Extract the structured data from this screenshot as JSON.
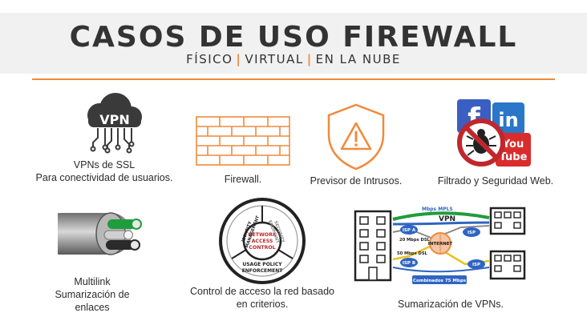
{
  "header": {
    "title": "CASOS DE USO FIREWALL",
    "subtitle_parts": [
      "FÍSICO",
      "VIRTUAL",
      "EN LA NUBE"
    ],
    "separator": "|"
  },
  "items": [
    {
      "icon": "vpn-cloud-icon",
      "icon_label": "VPN",
      "caption_lines": [
        "VPNs de SSL",
        "Para conectividad de usuarios."
      ]
    },
    {
      "icon": "brick-wall-icon",
      "caption_lines": [
        "Firewall."
      ]
    },
    {
      "icon": "warning-shield-icon",
      "caption_lines": [
        "Previsor de Intrusos."
      ]
    },
    {
      "icon": "blocked-social-icon",
      "social_labels": [
        "f",
        "in",
        "You",
        "Tube"
      ],
      "caption_lines": [
        "Filtrado y Seguridad Web."
      ]
    },
    {
      "icon": "multilink-cable-icon",
      "caption_lines": [
        "Multilink",
        "Sumarización de",
        "enlaces"
      ]
    },
    {
      "icon": "access-control-wheel-icon",
      "wheel_labels": {
        "center": [
          "NETWORK",
          "ACCESS",
          "CONTROL"
        ],
        "top_left": [
          "IDENTITY",
          "MANAGEMENT"
        ],
        "top_right": [
          "ENDPOINT",
          "SECURITY"
        ],
        "bottom": [
          "USAGE POLICY",
          "ENFORCEMENT"
        ]
      },
      "caption_lines": [
        "Control de acceso  la red basado",
        "en criterios."
      ]
    },
    {
      "icon": "vpn-network-diagram",
      "diagram_labels": {
        "mpls": "Mbps MPLS",
        "vpn": "VPN",
        "isp_a": "ISP A",
        "isp_b": "ISP B",
        "isp": "ISP",
        "dsl_20": "20 Mbps DSL",
        "dsl_50": "50 Mbps DSL",
        "internet": "INTERNET",
        "combined": "Combinados 75 Mbps"
      },
      "caption_lines": [
        "Sumarización de VPNs."
      ]
    }
  ],
  "colors": {
    "accent": "#f08a3c",
    "dark": "#3a3a3a",
    "banner": "#f1f1f1",
    "red": "#c0272d",
    "blue": "#2f65c2",
    "green": "#1f9d3c",
    "gray": "#9a9a9a"
  }
}
